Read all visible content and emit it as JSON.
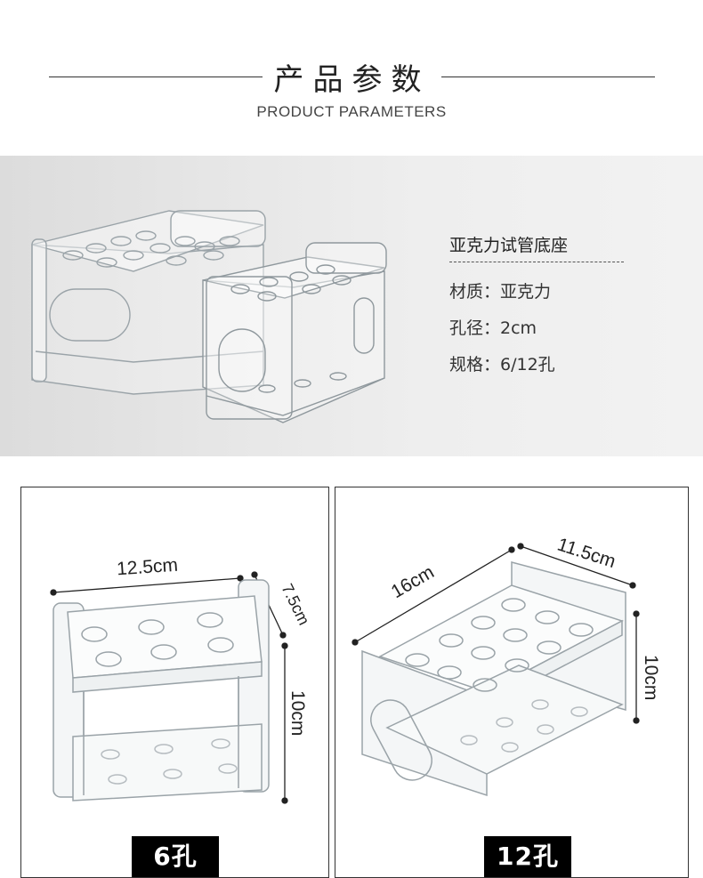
{
  "header": {
    "title_cn": "产品参数",
    "title_en": "PRODUCT PARAMETERS"
  },
  "spec": {
    "product_name": "亚克力试管底座",
    "rows": [
      {
        "label": "材质：",
        "value": "亚克力"
      },
      {
        "label": "孔径：",
        "value": "2cm"
      },
      {
        "label": "规格：",
        "value": "6/12孔"
      }
    ]
  },
  "panels": {
    "six": {
      "tag": "6孔",
      "dims": {
        "length": "12.5cm",
        "depth": "7.5cm",
        "height": "10cm"
      }
    },
    "twelve": {
      "tag": "12孔",
      "dims": {
        "length": "16cm",
        "depth": "11.5cm",
        "height": "10cm"
      }
    }
  },
  "colors": {
    "band_bg": "#e6e6e6",
    "tag_bg": "#000000",
    "tag_fg": "#ffffff",
    "acrylic_edge": "#9aa3a8"
  }
}
